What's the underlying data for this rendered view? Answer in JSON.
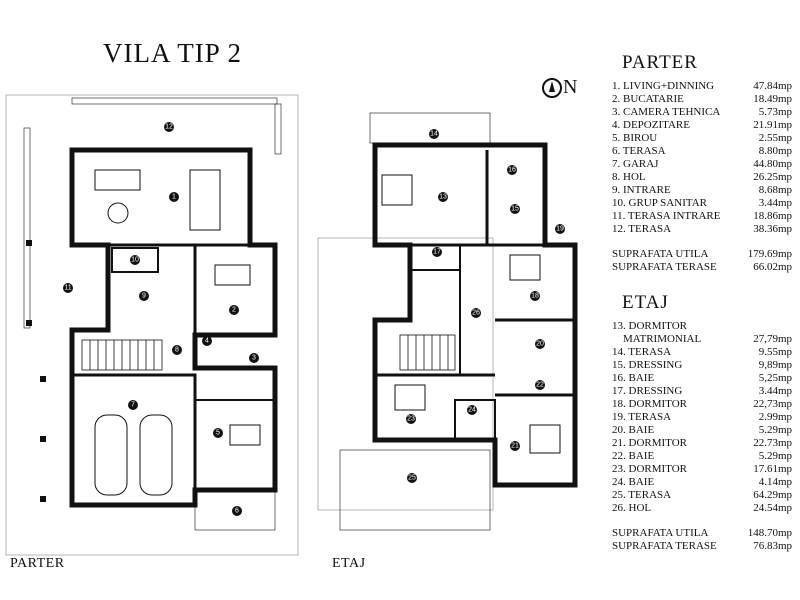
{
  "title": "VILA TIP 2",
  "north": "N",
  "plan_labels": {
    "ground": "PARTER",
    "upper": "ETAJ"
  },
  "parter": {
    "title": "PARTER",
    "rooms": [
      {
        "label": "1. LIVING+DINNING",
        "value": "47.84mp"
      },
      {
        "label": "2. BUCATARIE",
        "value": "18.49mp"
      },
      {
        "label": "3. CAMERA TEHNICA",
        "value": "5.73mp"
      },
      {
        "label": "4. DEPOZITARE",
        "value": "21.91mp"
      },
      {
        "label": "5. BIROU",
        "value": "2.55mp"
      },
      {
        "label": "6. TERASA",
        "value": "8.80mp"
      },
      {
        "label": "7. GARAJ",
        "value": "44.80mp"
      },
      {
        "label": "8. HOL",
        "value": "26.25mp"
      },
      {
        "label": "9. INTRARE",
        "value": "8.68mp"
      },
      {
        "label": "10. GRUP SANITAR",
        "value": "3.44mp"
      },
      {
        "label": "11. TERASA INTRARE",
        "value": "18.86mp"
      },
      {
        "label": "12. TERASA",
        "value": "38.36mp"
      }
    ],
    "totals": [
      {
        "label": "SUPRAFATA UTILA",
        "value": "179.69mp"
      },
      {
        "label": "SUPRAFATA TERASE",
        "value": "66.02mp"
      }
    ]
  },
  "etaj": {
    "title": "ETAJ",
    "rooms": [
      {
        "label": "13. DORMITOR",
        "value": ""
      },
      {
        "label": "    MATRIMONIAL",
        "value": "27,79mp"
      },
      {
        "label": "14. TERASA",
        "value": "9.55mp"
      },
      {
        "label": "15. DRESSING",
        "value": "9,89mp"
      },
      {
        "label": "16. BAIE",
        "value": "5,25mp"
      },
      {
        "label": "17. DRESSING",
        "value": "3.44mp"
      },
      {
        "label": "18. DORMITOR",
        "value": "22,73mp"
      },
      {
        "label": "19. TERASA",
        "value": "2.99mp"
      },
      {
        "label": "20. BAIE",
        "value": "5.29mp"
      },
      {
        "label": "21. DORMITOR",
        "value": "22.73mp"
      },
      {
        "label": "22. BAIE",
        "value": "5.29mp"
      },
      {
        "label": "23. DORMITOR",
        "value": "17.61mp"
      },
      {
        "label": "24. BAIE",
        "value": "4.14mp"
      },
      {
        "label": "25. TERASA",
        "value": "64.29mp"
      },
      {
        "label": "26. HOL",
        "value": "24.54mp"
      }
    ],
    "totals": [
      {
        "label": "SUPRAFATA UTILA",
        "value": "148.70mp"
      },
      {
        "label": "SUPRAFATA TERASE",
        "value": "76.83mp"
      }
    ]
  },
  "room_numbers": [
    "1",
    "2",
    "3",
    "4",
    "5",
    "6",
    "7",
    "8",
    "9",
    "10",
    "11",
    "12",
    "13",
    "14",
    "15",
    "16",
    "17",
    "18",
    "19",
    "20",
    "21",
    "22",
    "23",
    "24",
    "25",
    "26"
  ]
}
